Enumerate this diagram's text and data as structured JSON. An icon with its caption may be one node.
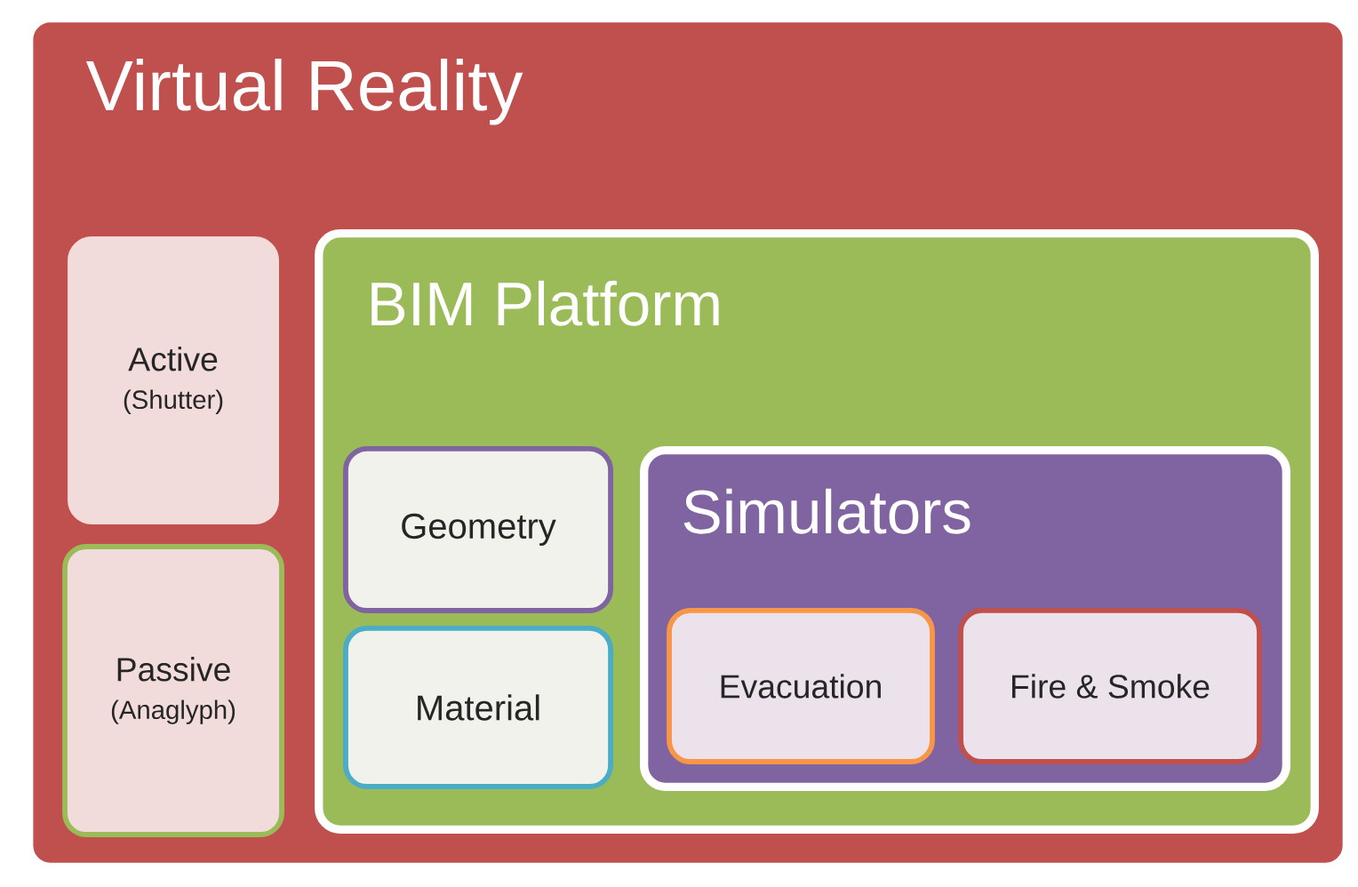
{
  "diagram": {
    "nodes": [
      {
        "text": [
          "Virtual Reality"
        ]
      },
      {
        "text": [
          "Active",
          "(Shutter)"
        ],
        "in": 0
      },
      {
        "text": [
          "Passive",
          "(Anaglyph)"
        ],
        "in": 0
      },
      {
        "text": [
          "BIM Platform"
        ],
        "in": 0
      },
      {
        "text": [
          "Geometry"
        ],
        "in": 3
      },
      {
        "text": [
          "Material"
        ],
        "in": 3
      },
      {
        "text": [
          "Simulators"
        ],
        "in": 3
      },
      {
        "text": [
          "Evacuation"
        ],
        "in": 6
      },
      {
        "text": [
          "Fire & Smoke"
        ],
        "in": 6
      }
    ]
  }
}
